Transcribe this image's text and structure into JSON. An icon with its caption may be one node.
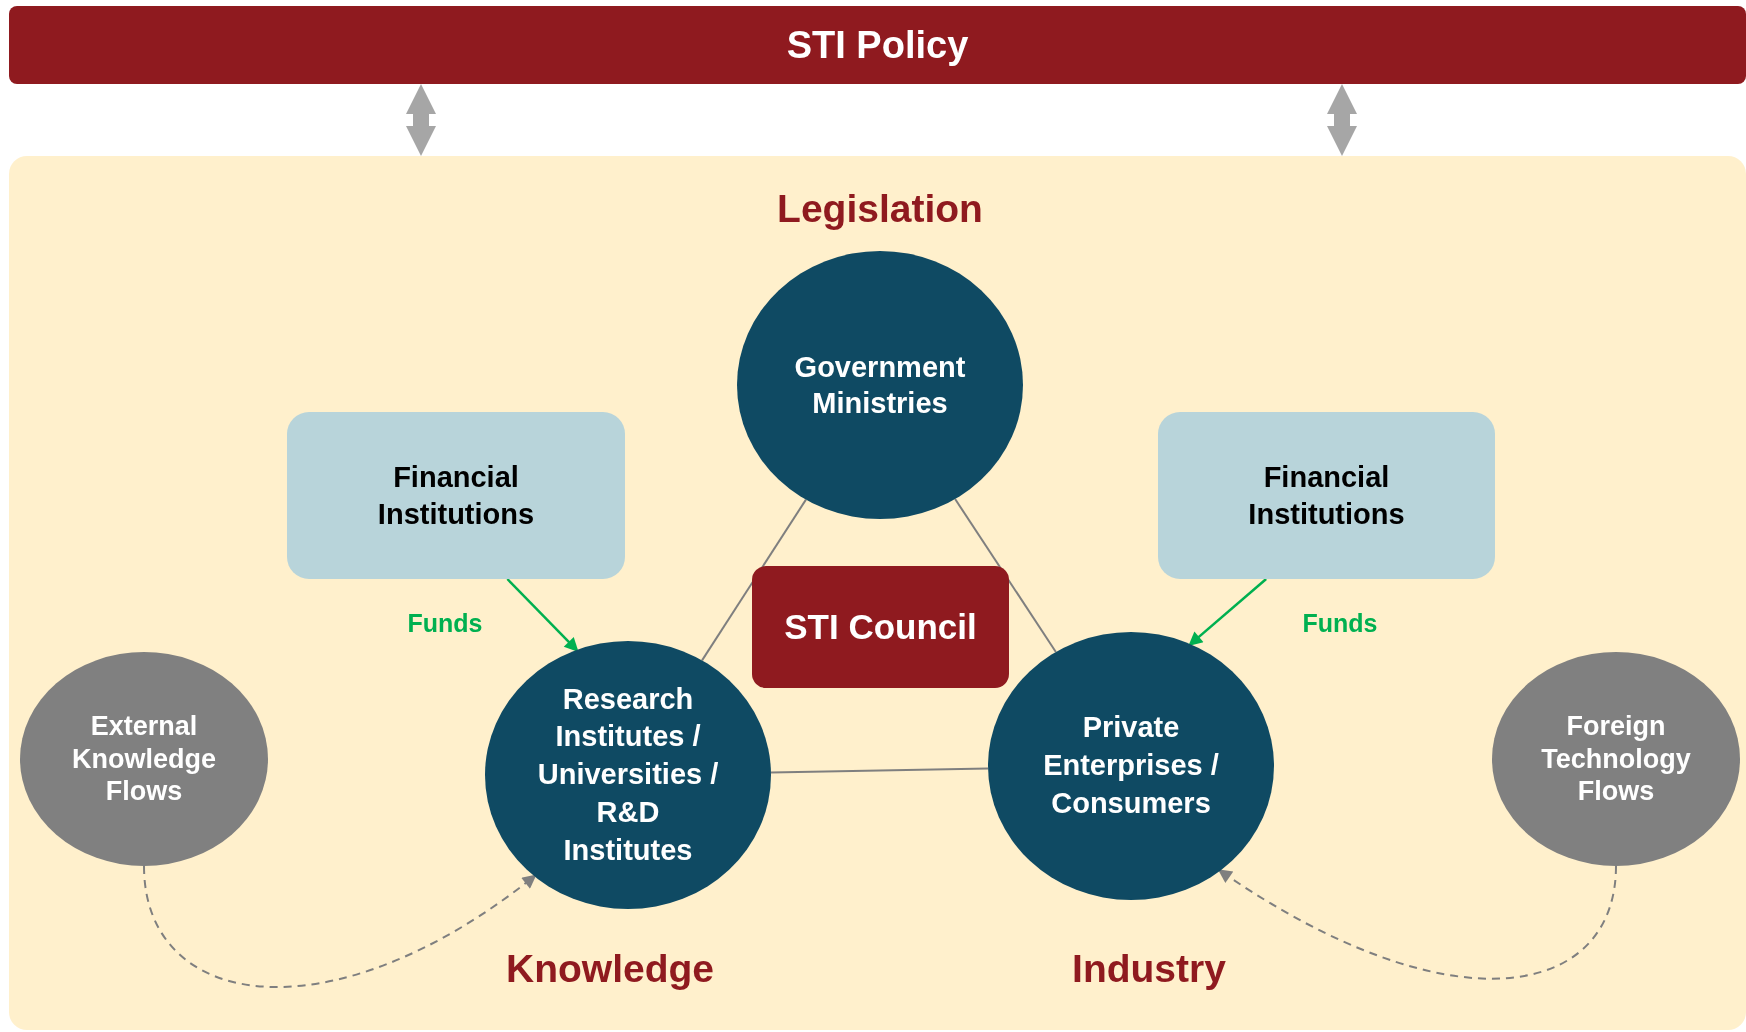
{
  "diagram": {
    "nodes": [
      {
        "text": [
          "STI Policy"
        ]
      },
      {
        "text": [],
        "shape": "box"
      },
      {
        "text": [
          "Government Ministries"
        ],
        "in": 1
      },
      {
        "text": [
          "Financial Institutions"
        ],
        "in": 1
      },
      {
        "text": [
          "Financial Institutions"
        ],
        "in": 1
      },
      {
        "text": [
          "STI Council"
        ],
        "in": 1
      },
      {
        "text": [
          "External Knowledge Flows"
        ],
        "in": 1
      },
      {
        "text": [
          "Research Institutes / Universities / R&D Institutes"
        ],
        "in": 1
      },
      {
        "text": [
          "Private Enterprises / Consumers"
        ],
        "in": 1
      },
      {
        "text": [
          "Foreign Technology Flows"
        ],
        "in": 1
      }
    ],
    "edges": [
      {
        "from": 0,
        "to": 1,
        "arrow": "both",
        "style": "thick",
        "color": "#a6a6a6"
      },
      {
        "from": 0,
        "to": 1,
        "arrow": "both",
        "style": "thick",
        "color": "#a6a6a6"
      },
      {
        "from": 2,
        "to": 7,
        "arrow": "none"
      },
      {
        "from": 2,
        "to": 8,
        "arrow": "none"
      },
      {
        "from": 7,
        "to": 8,
        "arrow": "none"
      },
      {
        "from": 3,
        "to": 7,
        "arrow": "to",
        "label": "Funds",
        "color": "#00b050"
      },
      {
        "from": 4,
        "to": 8,
        "arrow": "to",
        "label": "Funds",
        "color": "#00b050"
      },
      {
        "from": 6,
        "to": 7,
        "arrow": "to",
        "style": "dashed"
      },
      {
        "from": 9,
        "to": 8,
        "arrow": "to",
        "style": "dashed"
      }
    ],
    "labels": [
      "Legislation",
      "Knowledge",
      "Industry"
    ]
  }
}
